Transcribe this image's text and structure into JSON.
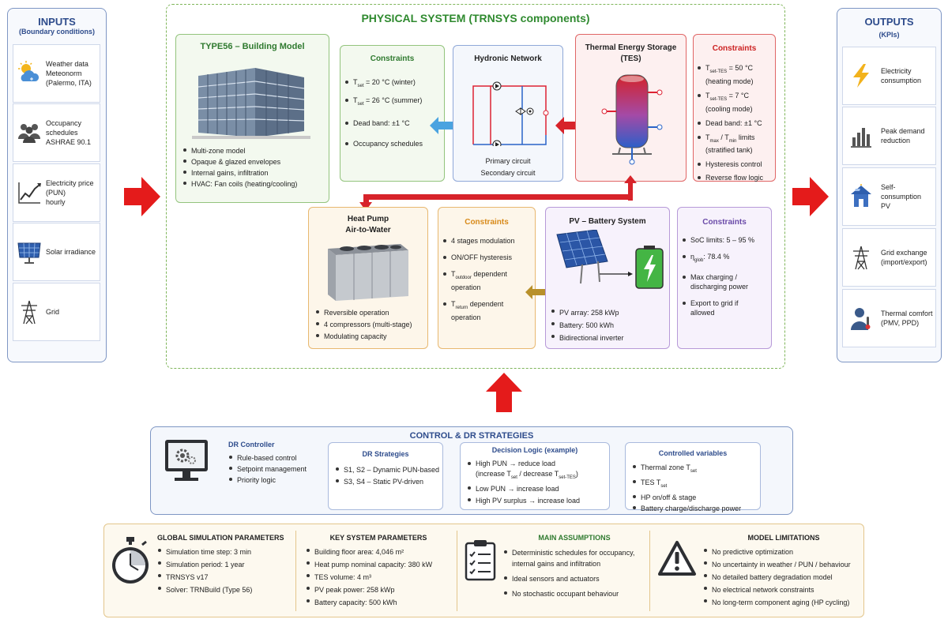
{
  "inputs": {
    "title": "INPUTS",
    "subtitle": "(Boundary conditions)",
    "items": [
      {
        "icon": "weather-icon",
        "lines": [
          "Weather data",
          "Meteonorm",
          "(Palermo, ITA)"
        ]
      },
      {
        "icon": "occupancy-icon",
        "lines": [
          "Occupancy",
          "schedules",
          "ASHRAE 90.1"
        ]
      },
      {
        "icon": "price-chart-icon",
        "lines": [
          "Electricity price",
          "(PUN)",
          "hourly"
        ]
      },
      {
        "icon": "solar-panel-icon",
        "lines": [
          "Solar irradiance"
        ]
      },
      {
        "icon": "grid-tower-icon",
        "lines": [
          "Grid"
        ]
      }
    ]
  },
  "outputs": {
    "title": "OUTPUTS",
    "subtitle": "(KPIs)",
    "items": [
      {
        "icon": "lightning-icon",
        "lines": [
          "Electricity",
          "consumption"
        ]
      },
      {
        "icon": "bar-chart-icon",
        "lines": [
          "Peak demand",
          "reduction"
        ]
      },
      {
        "icon": "house-solar-icon",
        "lines": [
          "Self-consumption",
          "PV"
        ]
      },
      {
        "icon": "grid-tower-icon",
        "lines": [
          "Grid exchange",
          "(import/export)"
        ]
      },
      {
        "icon": "comfort-person-icon",
        "lines": [
          "Thermal comfort",
          "(PMV, PPD)"
        ]
      }
    ]
  },
  "physical": {
    "title": "PHYSICAL SYSTEM (TRNSYS components)"
  },
  "building": {
    "title": "TYPE56 – Building Model",
    "bullets": [
      "Multi-zone model",
      "Opaque & glazed envelopes",
      "Internal gains, infiltration",
      "HVAC: Fan coils (heating/cooling)"
    ]
  },
  "bconstraints": {
    "title": "Constraints",
    "tset": "T",
    "tset_sub": "set",
    "winter": "= 20 °C (winter)",
    "summer": "= 26 °C (summer)",
    "deadband": "Dead band: ±1 °C",
    "occ": "Occupancy schedules"
  },
  "hydronic": {
    "title": "Hydronic Network",
    "primary": "Primary circuit",
    "secondary": "Secondary circuit"
  },
  "tes": {
    "title": "Thermal Energy Storage",
    "title2": "(TES)"
  },
  "tconstraints": {
    "title": "Constraints",
    "heat_t": "T",
    "heat_sub": "set-TES",
    "heat_val": " = 50 °C",
    "heat_mode": "(heating mode)",
    "cool_t": "T",
    "cool_sub": "set-TES",
    "cool_val": " = 7 °C",
    "cool_mode": "(cooling mode)",
    "deadband": "Dead band: ±1 °C",
    "tmax": "T",
    "tmax_sub": "max",
    "slash": " / ",
    "tmin": "T",
    "tmin_sub": "min",
    "limits": " limits",
    "strat": "(stratified tank)",
    "hyst": "Hysteresis control",
    "rev": "Reverse flow logic"
  },
  "heatpump": {
    "title": "Heat Pump",
    "title2": "Air-to-Water",
    "bullets": [
      "Reversible operation",
      "4 compressors (multi-stage)",
      "Modulating capacity"
    ]
  },
  "hpconstraints": {
    "title": "Constraints",
    "stages": "4 stages modulation",
    "onoff": "ON/OFF hysteresis",
    "tout": "T",
    "tout_sub": "outdoor",
    "tout_txt": " dependent",
    "op1": "operation",
    "tret": "T",
    "tret_sub": "return",
    "tret_txt": " dependent",
    "op2": "operation"
  },
  "pv": {
    "title": "PV – Battery System",
    "bullets": [
      "PV array: 258 kWp",
      "Battery: 500 kWh",
      "Bidirectional inverter"
    ]
  },
  "pvconstraints": {
    "title": "Constraints",
    "soc": "SoC limits: 5 – 95 %",
    "eta": "η",
    "eta_sub": "glob",
    "eta_val": ": 78.4 %",
    "maxc": "Max charging /",
    "maxc2": "discharging power",
    "exp": "Export to grid if",
    "exp2": "allowed"
  },
  "control": {
    "title": "CONTROL & DR STRATEGIES",
    "dr": {
      "title": "DR Controller",
      "bullets": [
        "Rule-based control",
        "Setpoint management",
        "Priority logic"
      ]
    },
    "strat": {
      "title": "DR Strategies",
      "bullets": [
        "S1, S2 – Dynamic PUN-based",
        "S3, S4 – Static PV-driven"
      ]
    },
    "logic": {
      "title": "Decision Logic (example)",
      "l1": "High PUN → reduce load",
      "l1b": "(increase T",
      "l1b_sub": "set",
      "l1c": " / decrease T",
      "l1c_sub": "set-TES",
      "l1d": ")",
      "l2": "Low PUN → increase load",
      "l3": "High PV surplus → increase load"
    },
    "vars": {
      "title": "Controlled variables",
      "v1": "Thermal zone T",
      "v1_sub": "set",
      "v2": "TES T",
      "v2_sub": "set",
      "v3": "HP on/off & stage",
      "v4": "Battery charge/discharge power"
    }
  },
  "bottom": {
    "global": {
      "title": "GLOBAL SIMULATION PARAMETERS",
      "bullets": [
        "Simulation time step: 3 min",
        "Simulation period: 1 year",
        "TRNSYS v17",
        "Solver: TRNBuild (Type 56)"
      ]
    },
    "key": {
      "title": "KEY SYSTEM PARAMETERS",
      "bullets": [
        "Building floor area: 4,046 m²",
        "Heat pump nominal capacity: 380 kW",
        "TES volume: 4 m³",
        "PV peak power: 258 kWp",
        "Battery capacity: 500 kWh"
      ]
    },
    "assume": {
      "title": "MAIN ASSUMPTIONS",
      "b1": "Deterministic schedules for occupancy,",
      "b1b": "internal gains and infiltration",
      "b2": "Ideal sensors and actuators",
      "b3": "No stochastic occupant behaviour"
    },
    "limits": {
      "title": "MODEL LIMITATIONS",
      "bullets": [
        "No predictive optimization",
        "No uncertainty in weather / PUN / behaviour",
        "No detailed battery degradation model",
        "No electrical network constraints",
        "No long-term component aging (HP cycling)"
      ]
    }
  },
  "colors": {
    "green": "#6aa84f",
    "red": "#e02020",
    "orange": "#e39b32",
    "purple": "#8e6cc0",
    "blue": "#5b7fc7",
    "cream": "#e8c888"
  }
}
